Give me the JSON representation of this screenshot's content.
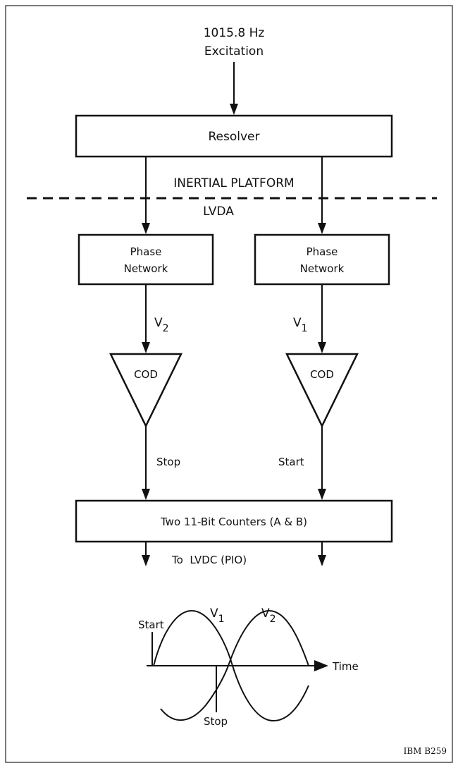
{
  "excitation": {
    "line1": "1015.8 Hz",
    "line2": "Excitation"
  },
  "resolver": {
    "label": "Resolver"
  },
  "boundary": {
    "upper": "INERTIAL PLATFORM",
    "lower": "LVDA"
  },
  "phase_network_left": {
    "line1": "Phase",
    "line2": "Network"
  },
  "phase_network_right": {
    "line1": "Phase",
    "line2": "Network"
  },
  "signals": {
    "v2_left_base": "V",
    "v2_left_sub": "2",
    "v1_right_base": "V",
    "v1_right_sub": "1"
  },
  "cod_left": {
    "label": "COD"
  },
  "cod_right": {
    "label": "COD"
  },
  "outputs": {
    "stop": "Stop",
    "start": "Start"
  },
  "counters": {
    "label": "Two 11-Bit Counters (A & B)"
  },
  "destination": {
    "label": "To  LVDC (PIO)"
  },
  "waveform": {
    "start_label": "Start",
    "v1_base": "V",
    "v1_sub": "1",
    "v2_base": "V",
    "v2_sub": "2",
    "time_label": "Time",
    "stop_label": "Stop"
  },
  "credit": "IBM B259"
}
